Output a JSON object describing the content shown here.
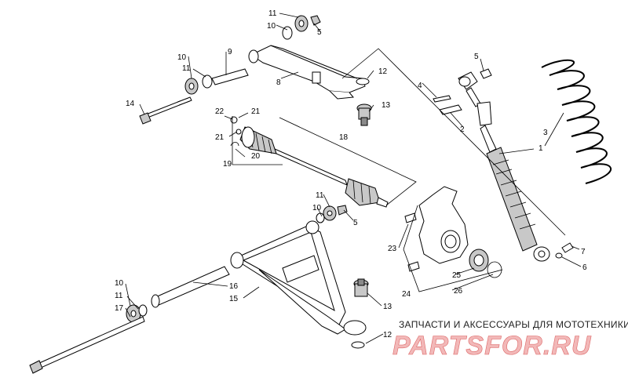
{
  "labels": {
    "l1": "1",
    "l2": "2",
    "l3": "3",
    "l4": "4",
    "l5a": "5",
    "l5b": "5",
    "l5c": "5",
    "l6": "6",
    "l7": "7",
    "l8": "8",
    "l9": "9",
    "l10a": "10",
    "l10b": "10",
    "l10c": "10",
    "l10d": "10",
    "l11a": "11",
    "l11b": "11",
    "l11c": "11",
    "l11d": "11",
    "l12a": "12",
    "l12b": "12",
    "l13a": "13",
    "l13b": "13",
    "l14": "14",
    "l15": "15",
    "l16": "16",
    "l17": "17",
    "l18": "18",
    "l19": "19",
    "l20": "20",
    "l21a": "21",
    "l21b": "21",
    "l22": "22",
    "l23": "23",
    "l24": "24",
    "l25": "25",
    "l26": "26"
  },
  "watermark": {
    "tagline": "ЗАПЧАСТИ И АКСЕССУАРЫ ДЛЯ МОТОТЕХНИКИ",
    "logo": "PARTSFOR.RU"
  }
}
